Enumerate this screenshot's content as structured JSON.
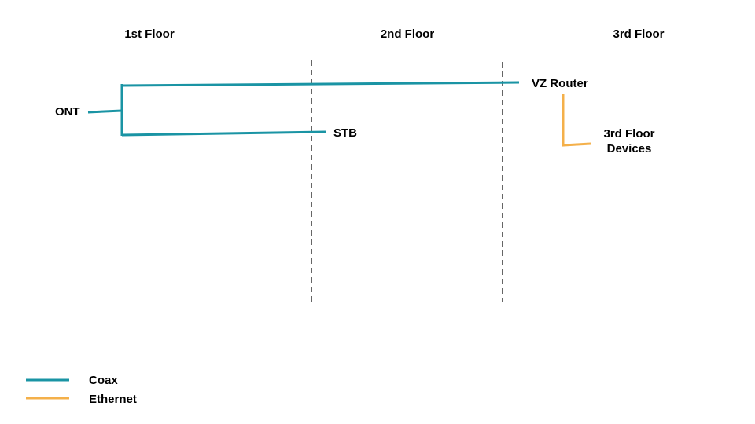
{
  "floors": [
    {
      "label": "1st Floor"
    },
    {
      "label": "2nd Floor"
    },
    {
      "label": "3rd Floor"
    }
  ],
  "nodes": {
    "ont": "ONT",
    "stb": "STB",
    "router": "VZ Router",
    "devices_line1": "3rd Floor",
    "devices_line2": "Devices"
  },
  "legend": {
    "coax": {
      "label": "Coax",
      "color": "#1a94a4"
    },
    "ethernet": {
      "label": "Ethernet",
      "color": "#f4b04a"
    }
  },
  "colors": {
    "coax": "#1a94a4",
    "ethernet": "#f4b04a",
    "divider": "#666666"
  }
}
